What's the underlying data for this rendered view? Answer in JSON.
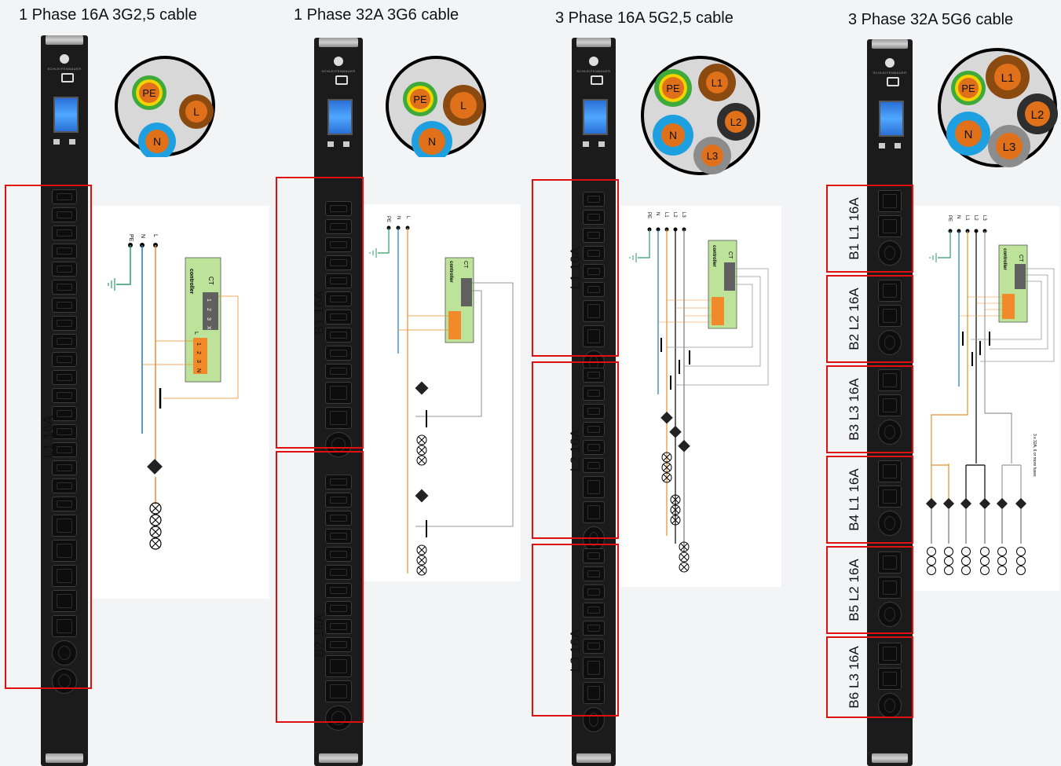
{
  "titles": [
    "1 Phase 16A 3G2,5 cable",
    "1 Phase 32A 3G6 cable",
    "3 Phase 16A 5G2,5 cable",
    "3 Phase 32A 5G6 cable"
  ],
  "pdus": [
    {
      "boxes": [
        "L1 16A"
      ]
    },
    {
      "boxes": [
        "B1 16A",
        "B2 16A"
      ]
    },
    {
      "boxes": [
        "L1 16A",
        "L2 16A",
        "L3 16A"
      ]
    },
    {
      "boxes": [
        "B1 L1 16A",
        "B2 L2 16A",
        "B3 L3 16A",
        "B4 L1 16A",
        "B5 L2 16A",
        "B6 L3 16A"
      ]
    }
  ],
  "cables": [
    {
      "conductors": [
        "PE",
        "L",
        "N"
      ]
    },
    {
      "conductors": [
        "PE",
        "L",
        "N"
      ]
    },
    {
      "conductors": [
        "PE",
        "L1",
        "L2",
        "N",
        "L3"
      ]
    },
    {
      "conductors": [
        "PE",
        "L1",
        "L2",
        "N",
        "L3"
      ]
    }
  ],
  "wiring": {
    "ct_label": "CT",
    "controller_label": "controller",
    "ct_terminals": [
      "1",
      "2",
      "3",
      "X"
    ],
    "l_label": "L",
    "l_terminals": [
      "1",
      "2",
      "3",
      "N"
    ],
    "bus_labels_1p": [
      "PE",
      "N",
      "L"
    ],
    "bus_labels_3p": [
      "PE",
      "N",
      "L1",
      "L2",
      "L3"
    ],
    "fuse_note": "3 x 32A, 6 or more fuses"
  },
  "colors": {
    "box_border": "#e01010",
    "pe_green": "#3daa3a",
    "pe_yellow": "#f2d200",
    "live_brown": "#8a4a10",
    "neutral_blue": "#1ea0e0",
    "l2_black": "#2e2e2e",
    "l3_grey": "#8c8c8c",
    "core_orange": "#e0701a",
    "wire_orange": "#e6902a",
    "wire_blue": "#1f7ab8",
    "wire_green": "#2f9a6a",
    "controller_green": "#bde39b",
    "terminal_orange": "#f08a2a",
    "terminal_grey": "#606060"
  }
}
